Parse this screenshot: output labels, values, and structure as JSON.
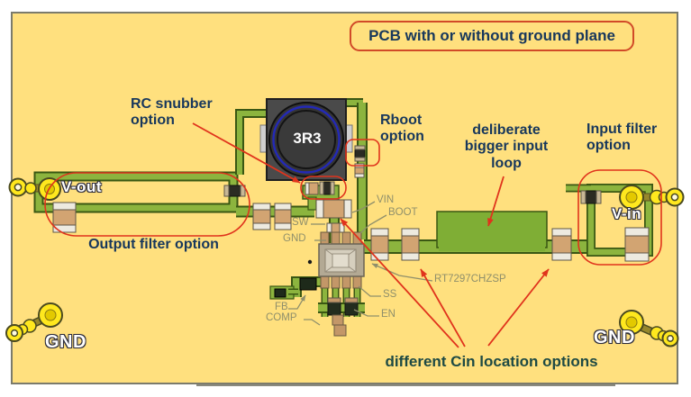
{
  "figure": {
    "description_box": "PCB with or without ground plane"
  },
  "callouts": {
    "rc_snubber": "RC snubber\noption",
    "rboot": "Rboot\noption",
    "input_loop": "deliberate\nbigger input\nloop",
    "input_filter": "Input filter\noption",
    "output_filter": "Output filter option",
    "cin_locations": "different Cin location options"
  },
  "terminals": {
    "vout": "V-out",
    "vin": "V-in",
    "gnd_left": "GND",
    "gnd_right": "GND"
  },
  "pins": {
    "vin": "VIN",
    "boot": "BOOT",
    "sw": "SW",
    "gnd": "GND",
    "fb": "FB",
    "comp": "COMP",
    "ss": "SS",
    "en": "EN"
  },
  "parts": {
    "ic_part_number": "RT7297CHZSP",
    "inductor_value": "3R3"
  },
  "colors": {
    "board_yellow": "#FFE07E",
    "trace_green": "#8CB43E",
    "trace_edge": "#3A5713",
    "copper_pour": "#7FAE35",
    "annotation_red": "#E0331C",
    "label_navy": "#17375C",
    "pin_label_olive": "#8F8F6B",
    "capacitor_tan": "#D2A472",
    "terminal_yellow": "#FFE81E"
  }
}
